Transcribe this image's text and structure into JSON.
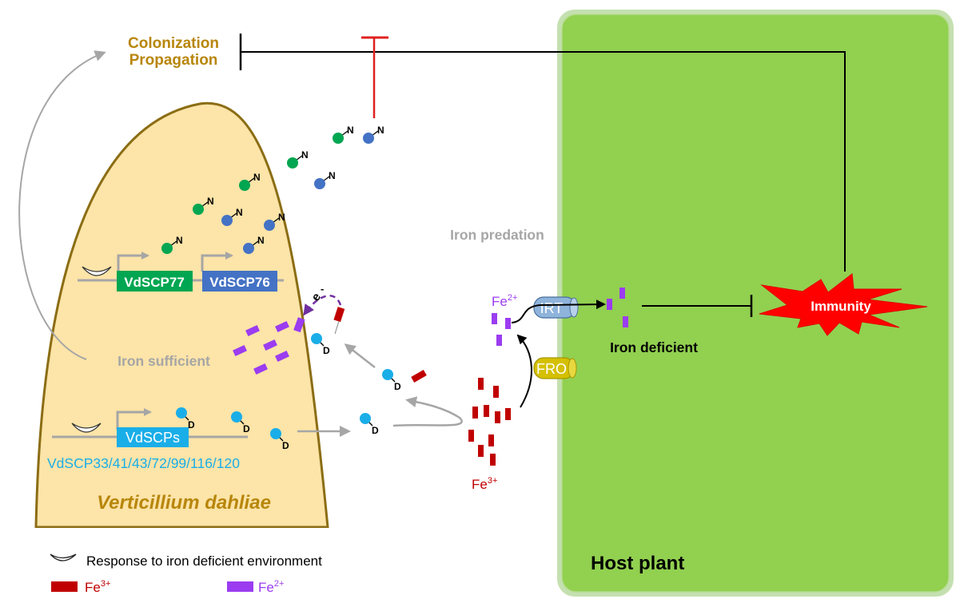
{
  "colors": {
    "fungus_fill": "#fde4a8",
    "fungus_border": "#8b6d14",
    "plant_fill": "#92d050",
    "plant_border": "#c5e0b0",
    "gold_text": "#b8860b",
    "gray": "#a6a6a6",
    "green_protein": "#00a651",
    "blue_protein": "#4472c4",
    "cyan_protein": "#1aaee8",
    "fe3": "#c00000",
    "fe2": "#9b3cf0",
    "immunity_red": "#ff0000",
    "irt": "#8fb4dc",
    "fro": "#d4c000",
    "inhibit_red": "#e02020"
  },
  "labels": {
    "colonization": "Colonization",
    "propagation": "Propagation",
    "iron_predation": "Iron predation",
    "iron_sufficient": "Iron sufficient",
    "iron_deficient": "Iron deficient",
    "immunity": "Immunity",
    "host_plant": "Host plant",
    "organism": "Verticillium dahliae",
    "fe2_label": "Fe",
    "fe2_sup": "2+",
    "fe3_label": "Fe",
    "fe3_sup": "3+",
    "irt": "IRT",
    "fro": "FRO",
    "electron": "e",
    "electron_mark": "-"
  },
  "genes": {
    "gene1": "VdSCP77",
    "gene2": "VdSCP76",
    "gene3": "VdSCPs",
    "gene3_members": "VdSCP33/41/43/72/99/116/120"
  },
  "protein_tags": {
    "n_terminal": "N",
    "d_terminal": "D"
  },
  "legend": {
    "response": "Response to iron deficient environment",
    "fe3": "Fe",
    "fe3_sup": "3+",
    "fe2": "Fe",
    "fe2_sup": "2+"
  }
}
